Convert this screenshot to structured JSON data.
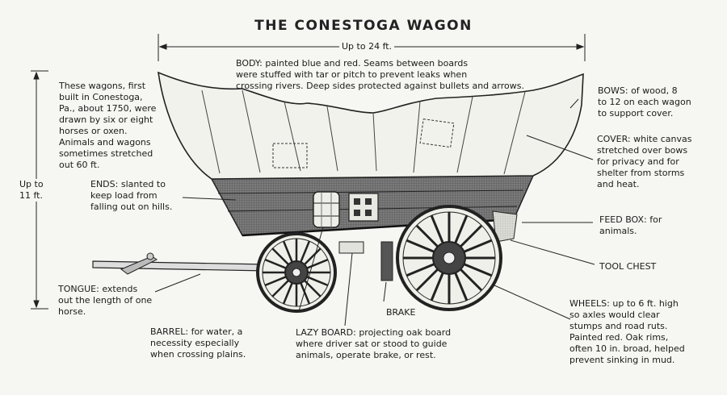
{
  "title": "THE CONESTOGA WAGON",
  "dimensions": {
    "length": "Up to 24 ft.",
    "height": "Up to\n11 ft."
  },
  "labels": {
    "body": "BODY: painted blue and red. Seams between boards\nwere stuffed with tar or pitch to prevent leaks when\ncrossing rivers. Deep sides protected against bullets and arrows.",
    "history": "These wagons, first\nbuilt in Conestoga,\nPa., about 1750, were\ndrawn by six or eight\nhorses or oxen.\nAnimals and wagons\nsometimes stretched\nout 60 ft.",
    "bows": "BOWS: of wood, 8\nto 12 on each wagon\nto support cover.",
    "cover": "COVER: white canvas\nstretched over bows\nfor privacy and for\nshelter from storms\nand heat.",
    "ends": "ENDS: slanted to\nkeep load from\nfalling out on hills.",
    "feed_box": "FEED BOX: for\nanimals.",
    "tool_chest": "TOOL CHEST",
    "tongue": "TONGUE: extends\nout the length of one\nhorse.",
    "brake": "BRAKE",
    "wheels": "WHEELS: up to 6 ft. high\nso axles would clear\nstumps and road ruts.\nPainted red. Oak rims,\noften 10 in. broad, helped\nprevent sinking in mud.",
    "barrel": "BARREL: for water, a\nnecessity especially\nwhen crossing plains.",
    "lazy_board": "LAZY BOARD: projecting oak board\nwhere driver sat or stood to guide\nanimals, operate brake, or rest."
  }
}
